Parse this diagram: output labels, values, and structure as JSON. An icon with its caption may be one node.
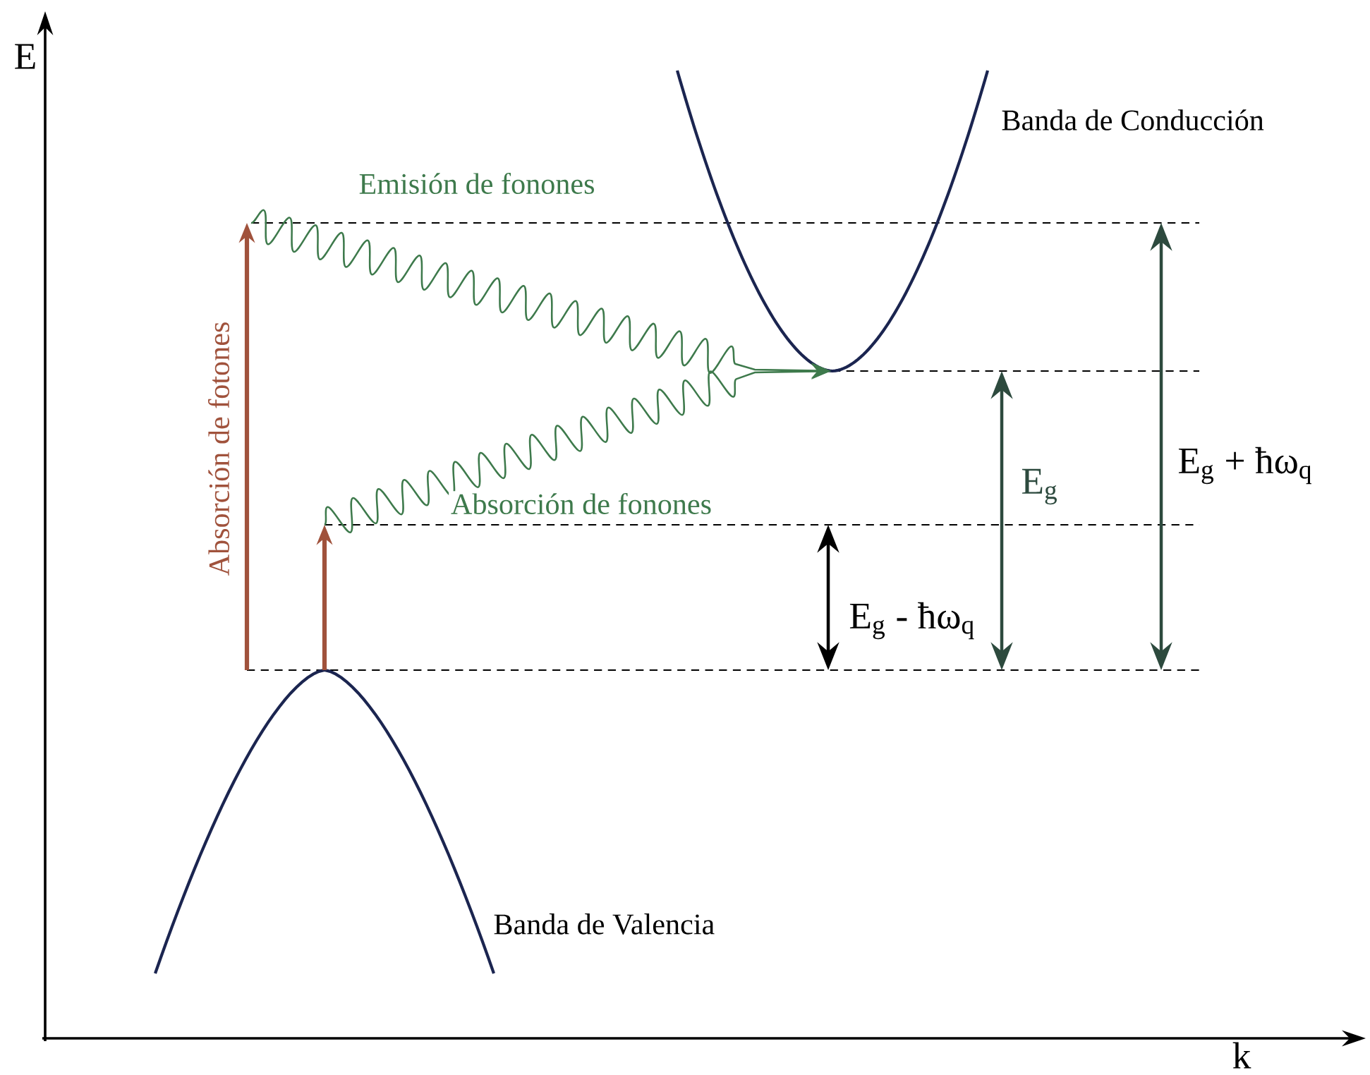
{
  "diagram": {
    "nodes": [
      {
        "text": [],
        "shape": "curve",
        "beside": [
          "Banda de Valencia"
        ]
      },
      {
        "text": [],
        "shape": "curve",
        "beside": [
          "Banda de Conducción"
        ]
      }
    ],
    "edges": [
      {
        "from": 0,
        "to": null,
        "arrow": "to",
        "style": "thick",
        "color": "#a0523c",
        "label": "Absorción de fotones"
      },
      {
        "from": 0,
        "to": null,
        "arrow": "to",
        "style": "thick",
        "color": "#a0523c"
      },
      {
        "from": null,
        "to": 1,
        "arrow": "to",
        "color": "#3e7a4c",
        "label": "Absorción de fonones"
      },
      {
        "from": null,
        "to": 1,
        "arrow": "to",
        "color": "#3e7a4c",
        "label": "Emisión de fonones"
      }
    ],
    "labels": [
      "E",
      "k",
      "E$_{g}$ - ħω$_{q}$",
      "E$_{g}$",
      "E$_{g}$ + ħω$_{q}$"
    ]
  }
}
